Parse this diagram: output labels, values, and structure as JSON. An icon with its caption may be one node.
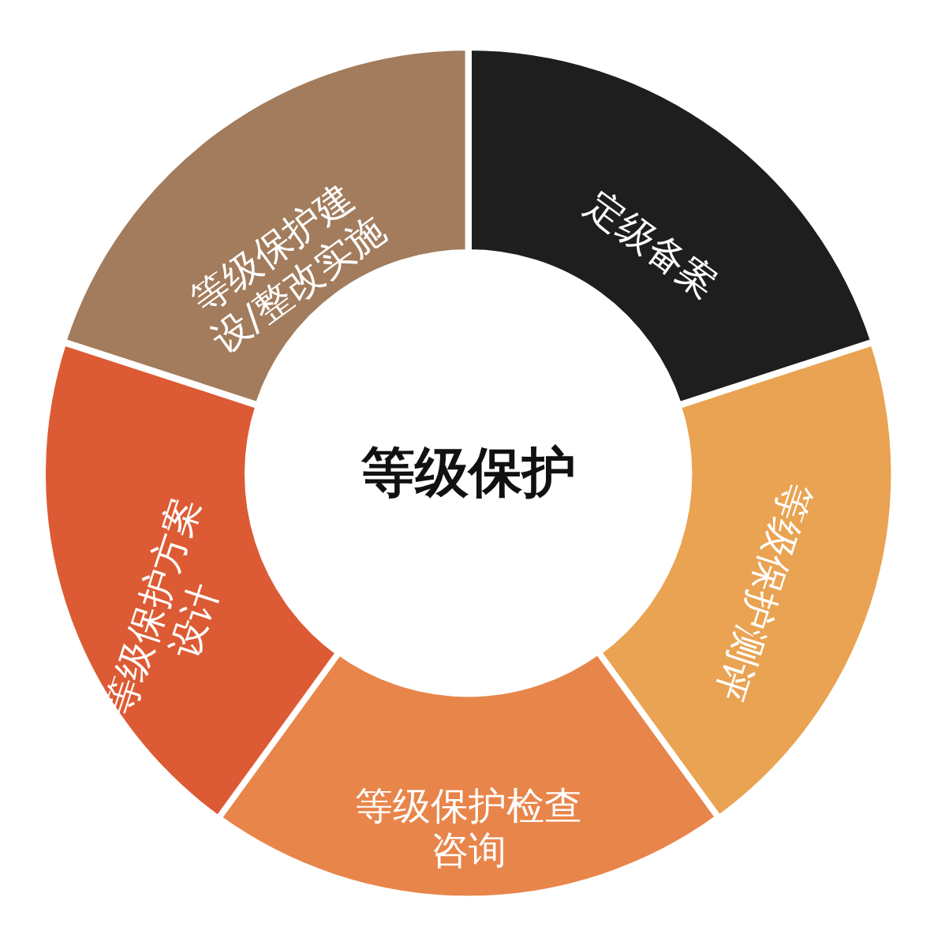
{
  "diagram": {
    "nodes": [
      {
        "text": [
          "等级保护"
        ]
      },
      {
        "text": [
          "定级备案"
        ]
      },
      {
        "text": [
          "等级保护测评"
        ]
      },
      {
        "text": [
          "等级保护检查咨询"
        ]
      },
      {
        "text": [
          "等级保护方案设计"
        ]
      },
      {
        "text": [
          "等级保护建设/整改实施"
        ]
      }
    ]
  }
}
